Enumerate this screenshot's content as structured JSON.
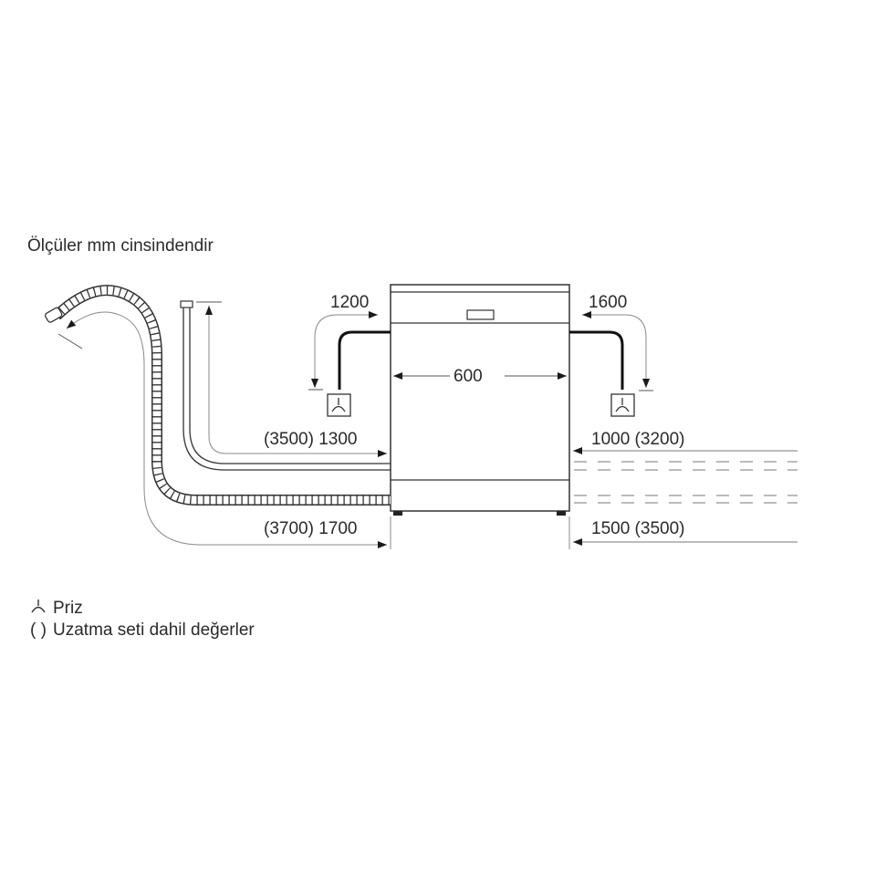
{
  "title": "Ölçüler mm cinsindendir",
  "dimensions": {
    "width": "600",
    "left_power_cable": "1200",
    "right_power_cable": "1600",
    "left_inlet_hose": "(3500) 1300",
    "left_drain_hose": "(3700) 1700",
    "right_inlet_hose": "1000 (3200)",
    "right_drain_hose": "1500 (3500)"
  },
  "legend": {
    "socket_symbol": "⏚",
    "socket_label": "Priz",
    "paren_symbol": "( )",
    "paren_label": "Uzatma seti dahil değerler"
  },
  "colors": {
    "line": "#2a2a2a",
    "dim_line": "#8a8a8a"
  }
}
